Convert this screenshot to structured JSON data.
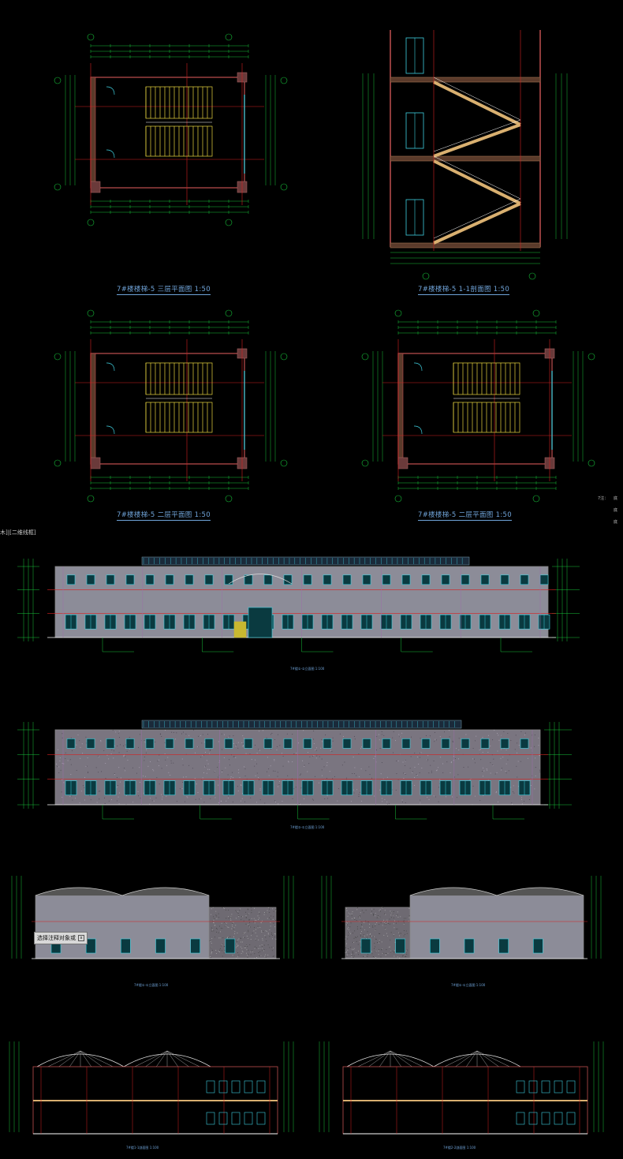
{
  "viewport_label": "木]|[二维线框]",
  "plans": {
    "third_floor": {
      "title": "7#楼楼梯-5 三层平面图  1:50"
    },
    "section": {
      "title": "7#楼楼梯-5 1-1剖面图  1:50"
    },
    "second_floor_a": {
      "title": "7#楼楼梯-5 二层平面图  1:50"
    },
    "second_floor_b": {
      "title": "7#楼楼梯-5 二层平面图  1:50"
    }
  },
  "elevations": {
    "front": {
      "title": "7#楼①-②立面图  1:100"
    },
    "rear": {
      "title": "7#楼②-①立面图  1:100"
    },
    "side_left": {
      "title": "7#楼①-①立面图  1:100"
    },
    "side_right": {
      "title": "7#楼①-①立面图  1:100"
    },
    "section_a": {
      "title": "7#楼1-1剖面图  1:100"
    },
    "section_b": {
      "title": "7#楼2-2剖面图  1:100"
    }
  },
  "tooltip": {
    "text": "选择注释对象或",
    "close": "x"
  },
  "side_notes": [
    "7注：",
    "底",
    "底",
    "底"
  ],
  "colors": {
    "background": "#000000",
    "dim_green": "#17c23a",
    "wall_red": "#d42020",
    "stair_yellow": "#e8d640",
    "glass_cyan": "#3fd0e0",
    "facade_grey": "#8c8c98",
    "caption_blue": "#6fa3d8",
    "brick_purple": "#9c6fa8"
  }
}
